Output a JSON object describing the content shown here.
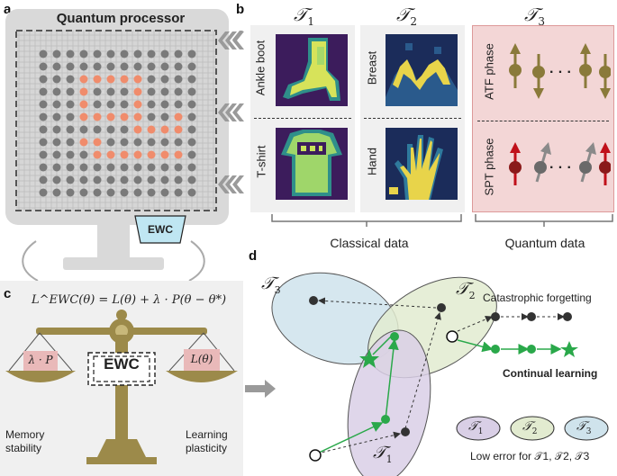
{
  "panel_a": {
    "letter": "a",
    "title": "Quantum processor",
    "ewc_label": "EWC",
    "highlight_color": "#f08c6c"
  },
  "panel_b": {
    "letter": "b",
    "tasks": [
      "𝒯",
      "𝒯",
      "𝒯"
    ],
    "task_subs": [
      "1",
      "2",
      "3"
    ],
    "classical_labels": {
      "t1_top": "Ankle boot",
      "t1_bottom": "T-shirt",
      "t2_top": "Breast",
      "t2_bottom": "Hand"
    },
    "quantum_labels": {
      "top": "ATF phase",
      "bottom": "SPT phase"
    },
    "ellipsis": "· · ·",
    "classical_caption": "Classical data",
    "quantum_caption": "Quantum data",
    "quantum_bg": "#f3d6d6"
  },
  "panel_c": {
    "letter": "c",
    "equation": "L^EWC(θ) = L(θ) + λ · P(θ − θ*)",
    "ewc_label": "EWC",
    "left_pan_label": "λ · P",
    "right_pan_label": "L(θ)",
    "left_caption_1": "Memory",
    "left_caption_2": "stability",
    "right_caption_1": "Learning",
    "right_caption_2": "plasticity",
    "scale_color": "#9c8a4a"
  },
  "panel_d": {
    "letter": "d",
    "task_labels": [
      "𝒯",
      "𝒯",
      "𝒯"
    ],
    "task_subs": [
      "1",
      "2",
      "3"
    ],
    "catastrophic_label": "Catastrophic forgetting",
    "continual_label": "Continual learning",
    "legend_caption": "Low error for 𝒯1, 𝒯2, 𝒯3",
    "colors": {
      "t1": "#d9cfe6",
      "t2": "#e2ebd0",
      "t3": "#cfe3ec",
      "green": "#2aa84a"
    }
  }
}
